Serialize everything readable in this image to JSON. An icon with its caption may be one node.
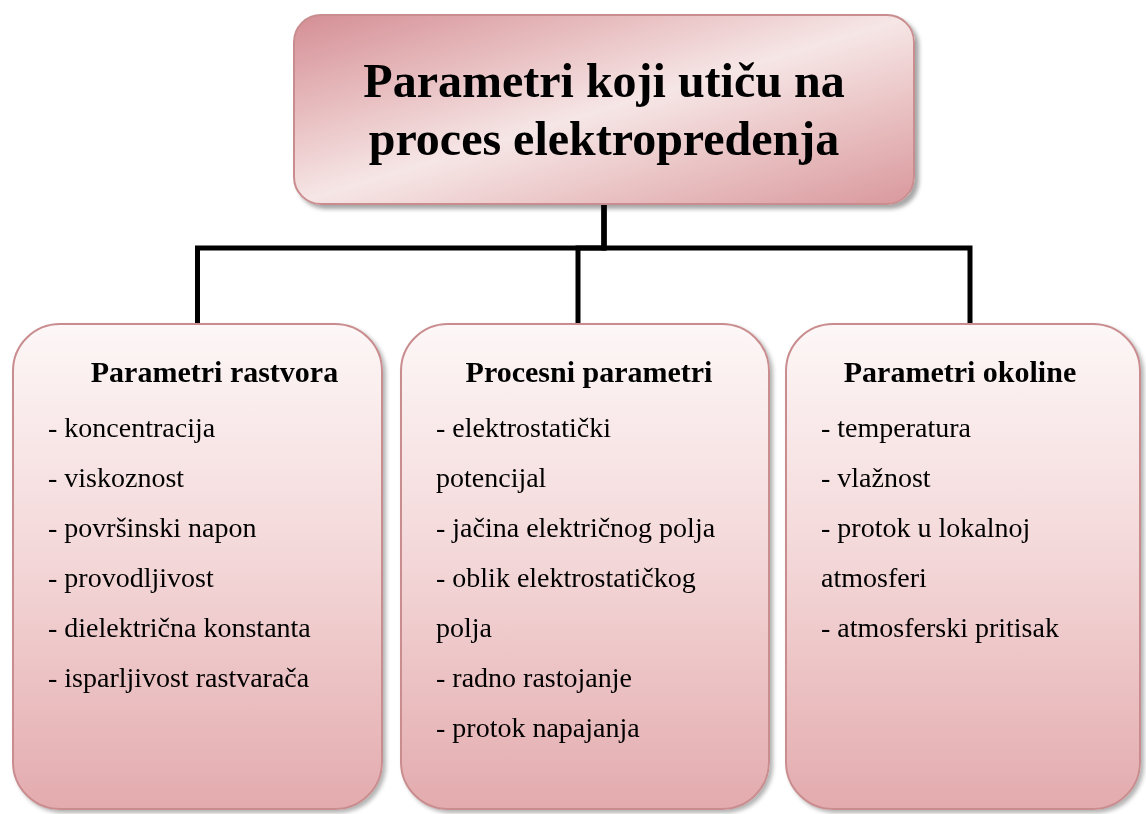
{
  "diagram": {
    "nodes": [
      {
        "text": [
          "Parametri koji utiču na proces elektropredenja"
        ]
      },
      {
        "text": [
          "Parametri rastvora",
          "- koncentracija",
          "- viskoznost",
          "- površinski napon",
          "- provodljivost",
          "- dielektrična konstanta",
          "- isparljivost rastvarača"
        ]
      },
      {
        "text": [
          "Procesni parametri",
          "- elektrostatički potencijal",
          "- jačina električnog polja",
          "- oblik elektrostatičkog polja",
          "- radno rastojanje",
          "- protok napajanja"
        ]
      },
      {
        "text": [
          "Parametri okoline",
          "- temperatura",
          "- vlažnost",
          "- protok u lokalnoj atmosferi",
          "- atmosferski pritisak"
        ]
      }
    ],
    "edges": [
      {
        "from": 0,
        "to": 1,
        "arrow": "none"
      },
      {
        "from": 0,
        "to": 2,
        "arrow": "none"
      },
      {
        "from": 0,
        "to": 3,
        "arrow": "none"
      }
    ]
  }
}
